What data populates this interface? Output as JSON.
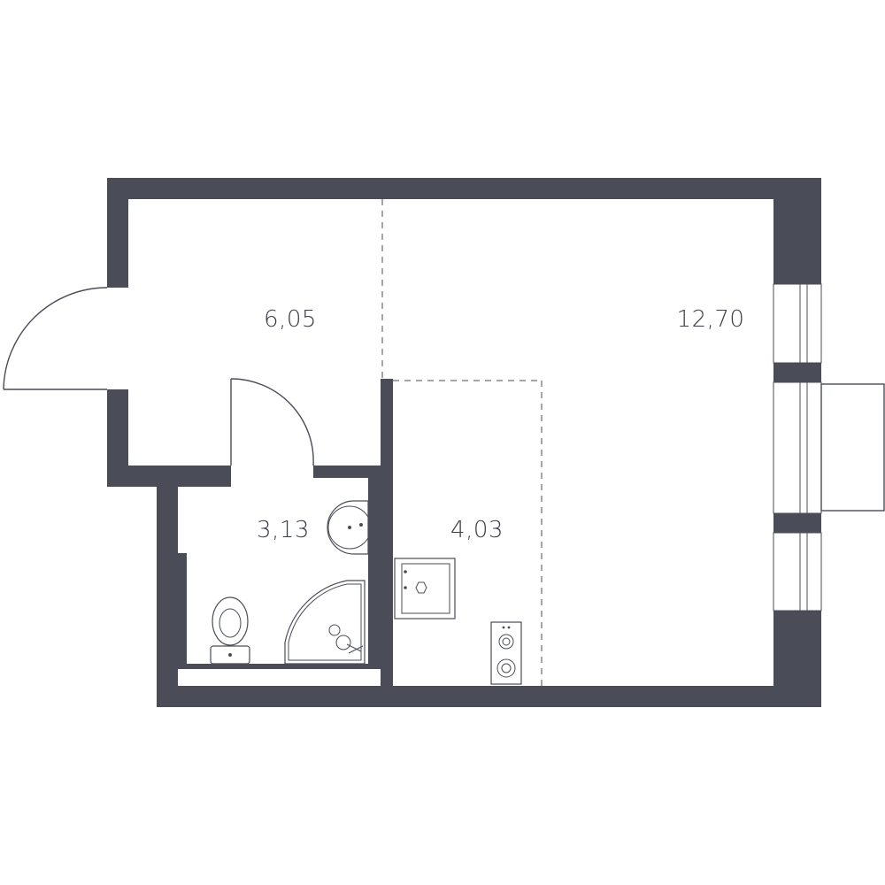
{
  "rooms": {
    "hall": {
      "area": "6,05"
    },
    "living": {
      "area": "12,70"
    },
    "bathroom": {
      "area": "3,13"
    },
    "kitchen": {
      "area": "4,03"
    }
  },
  "colors": {
    "wall": "#4a4d57",
    "label": "#3a3d46",
    "background": "#ffffff"
  },
  "icons": [
    "door-swing-icon",
    "sink-icon",
    "toilet-icon",
    "shower-icon",
    "stove-icon",
    "washing-machine-icon",
    "window-icon",
    "balcony-icon"
  ]
}
